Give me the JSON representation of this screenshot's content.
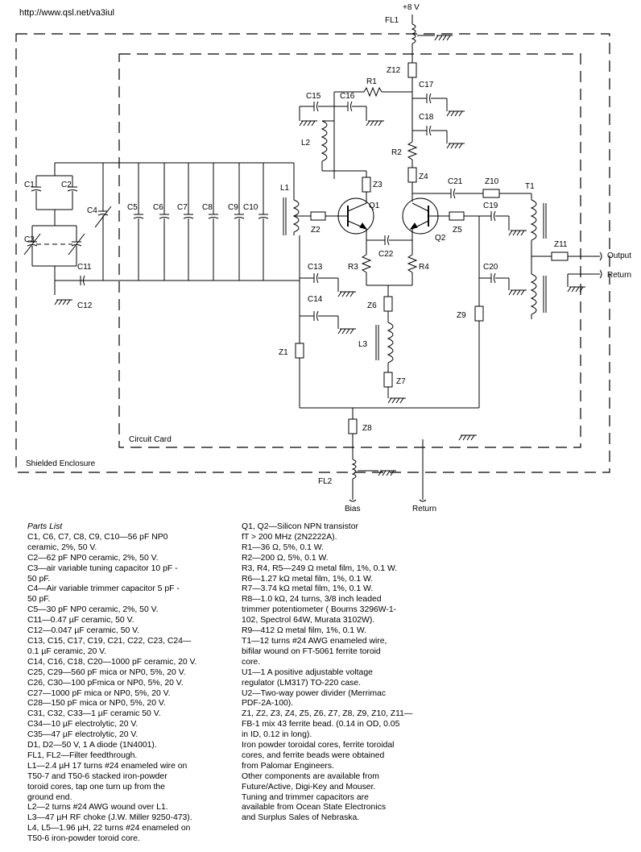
{
  "url": "http://www.qsl.net/va3iul",
  "labels": {
    "vcc": "+8 V",
    "fl1": "FL1",
    "fl2": "FL2",
    "z1": "Z1",
    "z2": "Z2",
    "z3": "Z3",
    "z4": "Z4",
    "z5": "Z5",
    "z6": "Z6",
    "z7": "Z7",
    "z8": "Z8",
    "z9": "Z9",
    "z10": "Z10",
    "z11": "Z11",
    "z12": "Z12",
    "r1": "R1",
    "r2": "R2",
    "r3": "R3",
    "r4": "R4",
    "c1": "C1",
    "c2": "C2",
    "c3": "C3",
    "c4": "C4",
    "c5": "C5",
    "c6": "C6",
    "c7": "C7",
    "c8": "C8",
    "c9": "C9",
    "c10": "C10",
    "c11": "C11",
    "c12": "C12",
    "c13": "C13",
    "c14": "C14",
    "c15": "C15",
    "c16": "C16",
    "c17": "C17",
    "c18": "C18",
    "c19": "C19",
    "c20": "C20",
    "c21": "C21",
    "c22": "C22",
    "l1": "L1",
    "l2": "L2",
    "l3": "L3",
    "q1": "Q1",
    "q2": "Q2",
    "t1": "T1",
    "output": "Output",
    "return1": "Return",
    "bias": "Bias",
    "return2": "Return",
    "circuit_card": "Circuit Card",
    "shielded_enclosure": "Shielded Enclosure"
  },
  "parts_list": {
    "col1": [
      "Parts List",
      "C1, C6, C7, C8, C9, C10—56 pF NP0",
      "   ceramic, 2%, 50 V.",
      "C2—62 pF NP0 ceramic, 2%, 50 V.",
      "C3—air variable tuning capacitor 10 pF -",
      "   50 pF.",
      "C4—Air variable trimmer capacitor 5 pF -",
      "   50 pF.",
      "C5—30 pF NP0 ceramic, 2%, 50 V.",
      "C11—0.47 µF ceramic, 50 V.",
      "C12—0.047 µF ceramic, 50 V.",
      "C13, C15, C17, C19, C21, C22, C23, C24—",
      "   0.1 µF ceramic, 20 V.",
      "C14, C16, C18, C20—1000 pF ceramic, 20 V.",
      "C25, C29—560 pF mica or NP0, 5%, 20 V.",
      "C26, C30—100 pFmica or NP0, 5%, 20 V.",
      "C27—1000 pF mica or NP0, 5%, 20 V.",
      "C28—150 pF mica or NP0, 5%, 20 V.",
      "C31, C32, C33—1 µF ceramic 50 V.",
      "C34—10 µF electrolytic, 20 V.",
      "C35—47 µF electrolytic, 20 V.",
      "D1, D2—50 V, 1 A diode  (1N4001).",
      "FL1, FL2—Filter feedthrough.",
      "L1—2.4 µH 17 turns #24 enameled wire on",
      "   T50-7 and T50-6 stacked iron-powder",
      "   toroid cores, tap one turn up from the",
      "   ground end.",
      "L2—2 turns #24 AWG wound over L1.",
      "L3—47 µH RF choke (J.W. Miller 9250-473).",
      "L4, L5—1.96 µH, 22 turns #24 enameled on",
      "   T50-6 iron-powder toroid core."
    ],
    "col2": [
      "Q1, Q2—Silicon NPN transistor",
      "   fT > 200 MHz (2N2222A).",
      "R1—36 Ω, 5%, 0.1 W.",
      "R2—200 Ω, 5%, 0.1 W.",
      "R3, R4, R5—249 Ω metal film, 1%, 0.1 W.",
      "R6—1.27 kΩ metal film, 1%, 0.1 W.",
      "R7—3.74 kΩ metal film, 1%, 0.1 W.",
      "R8—1.0 kΩ, 24 turns, 3/8 inch leaded",
      "   trimmer potentiometer ( Bourns 3296W-1-",
      "   102, Spectrol 64W, Murata 3102W).",
      "R9—412 Ω metal film, 1%, 0.1 W.",
      "T1—12 turns #24 AWG enameled wire,",
      "   bifilar wound on FT-5061 ferrite toroid",
      "   core.",
      "U1—1 A positive adjustable voltage",
      "   regulator (LM317) TO-220 case.",
      "U2—Two-way power divider (Merrimac",
      "   PDF-2A-100).",
      "Z1, Z2, Z3, Z4, Z5, Z6, Z7, Z8, Z9, Z10, Z11—",
      "   FB-1 mix 43 ferrite bead. (0.14 in OD, 0.05",
      "   in ID, 0.12 in long).",
      "Iron powder toroidal cores, ferrite toroidal",
      "   cores, and ferrite beads were obtained",
      "   from Palomar Engineers.",
      "Other components are available from",
      "   Future/Active, Digi-Key and Mouser.",
      "Tuning and trimmer capacitors are",
      "   available from Ocean State Electronics",
      "   and Surplus Sales of Nebraska."
    ]
  }
}
